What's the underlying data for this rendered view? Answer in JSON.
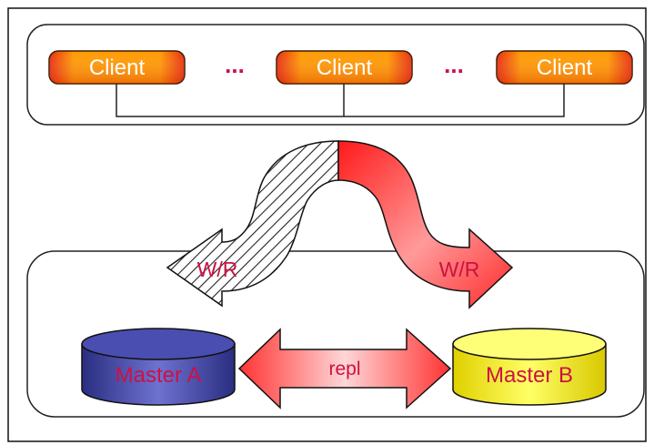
{
  "clients": {
    "labels": [
      "Client",
      "Client",
      "Client"
    ],
    "ellipsis": [
      "...",
      "..."
    ]
  },
  "flows": {
    "left_label": "W/R",
    "right_label": "W/R"
  },
  "masters": {
    "a_label": "Master A",
    "b_label": "Master B"
  },
  "replication": {
    "label": "repl"
  },
  "colors": {
    "client_fill_start": "#ff9900",
    "client_fill_end": "#e81818",
    "text_red": "#cc1144",
    "ellipsis": "#c8104a",
    "flow_red": "#ff2a2a",
    "master_a": "#3b3f9a",
    "master_b": "#ffff55",
    "repl": "#ff3333"
  }
}
